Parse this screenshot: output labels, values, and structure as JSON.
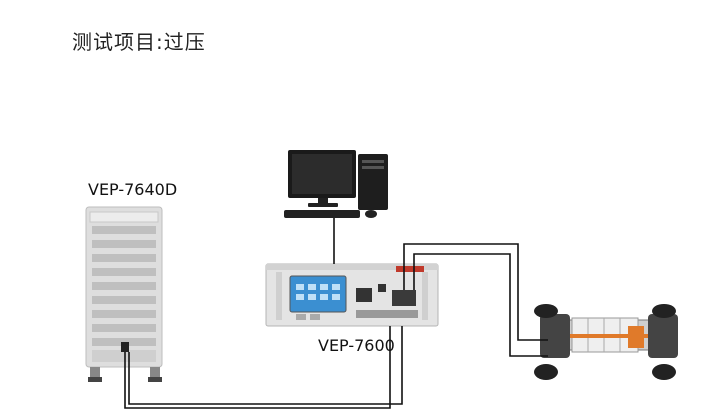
{
  "title": "测试项目:过压",
  "devices": {
    "cabinet_label": "VEP-7640D",
    "tester_label": "VEP-7600"
  },
  "colors": {
    "wire": "#111111",
    "cabinet": "#d9d9d9",
    "tester_panel": "#e8e8e8",
    "tester_screen": "#3b8fd1",
    "monitor": "#1a1a1a",
    "battery_orange": "#e07a2a",
    "chassis": "#555555"
  },
  "icons": [
    "cabinet-icon",
    "computer-icon",
    "tester-icon",
    "ev-chassis-icon"
  ]
}
